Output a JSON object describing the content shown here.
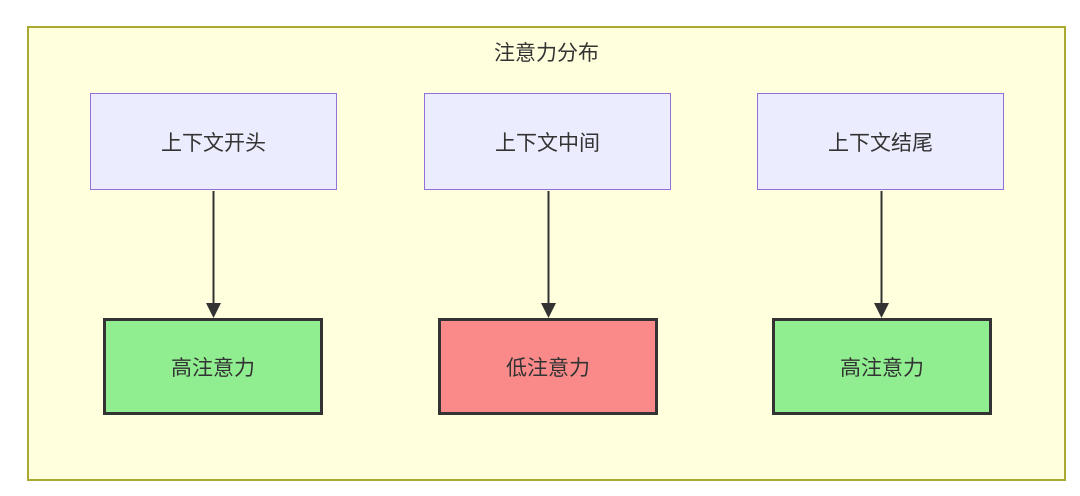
{
  "diagram": {
    "title": "注意力分布",
    "columns": [
      {
        "top": {
          "label": "上下文开头"
        },
        "bottom": {
          "label": "高注意力",
          "level": "high"
        }
      },
      {
        "top": {
          "label": "上下文中间"
        },
        "bottom": {
          "label": "低注意力",
          "level": "low"
        }
      },
      {
        "top": {
          "label": "上下文结尾"
        },
        "bottom": {
          "label": "高注意力",
          "level": "high"
        }
      }
    ],
    "arrows": [
      {
        "from": "上下文开头",
        "to": "高注意力"
      },
      {
        "from": "上下文中间",
        "to": "低注意力"
      },
      {
        "from": "上下文结尾",
        "to": "高注意力"
      }
    ],
    "colors": {
      "container_bg": "#FFFFDE",
      "container_border": "#AAAA33",
      "top_node_bg": "#ECECFF",
      "top_node_border": "#9370DB",
      "high_attention_bg": "#90EE90",
      "low_attention_bg": "#FA8A8A",
      "result_node_border": "#333333",
      "arrow_color": "#333333",
      "text_color": "#333333"
    }
  }
}
